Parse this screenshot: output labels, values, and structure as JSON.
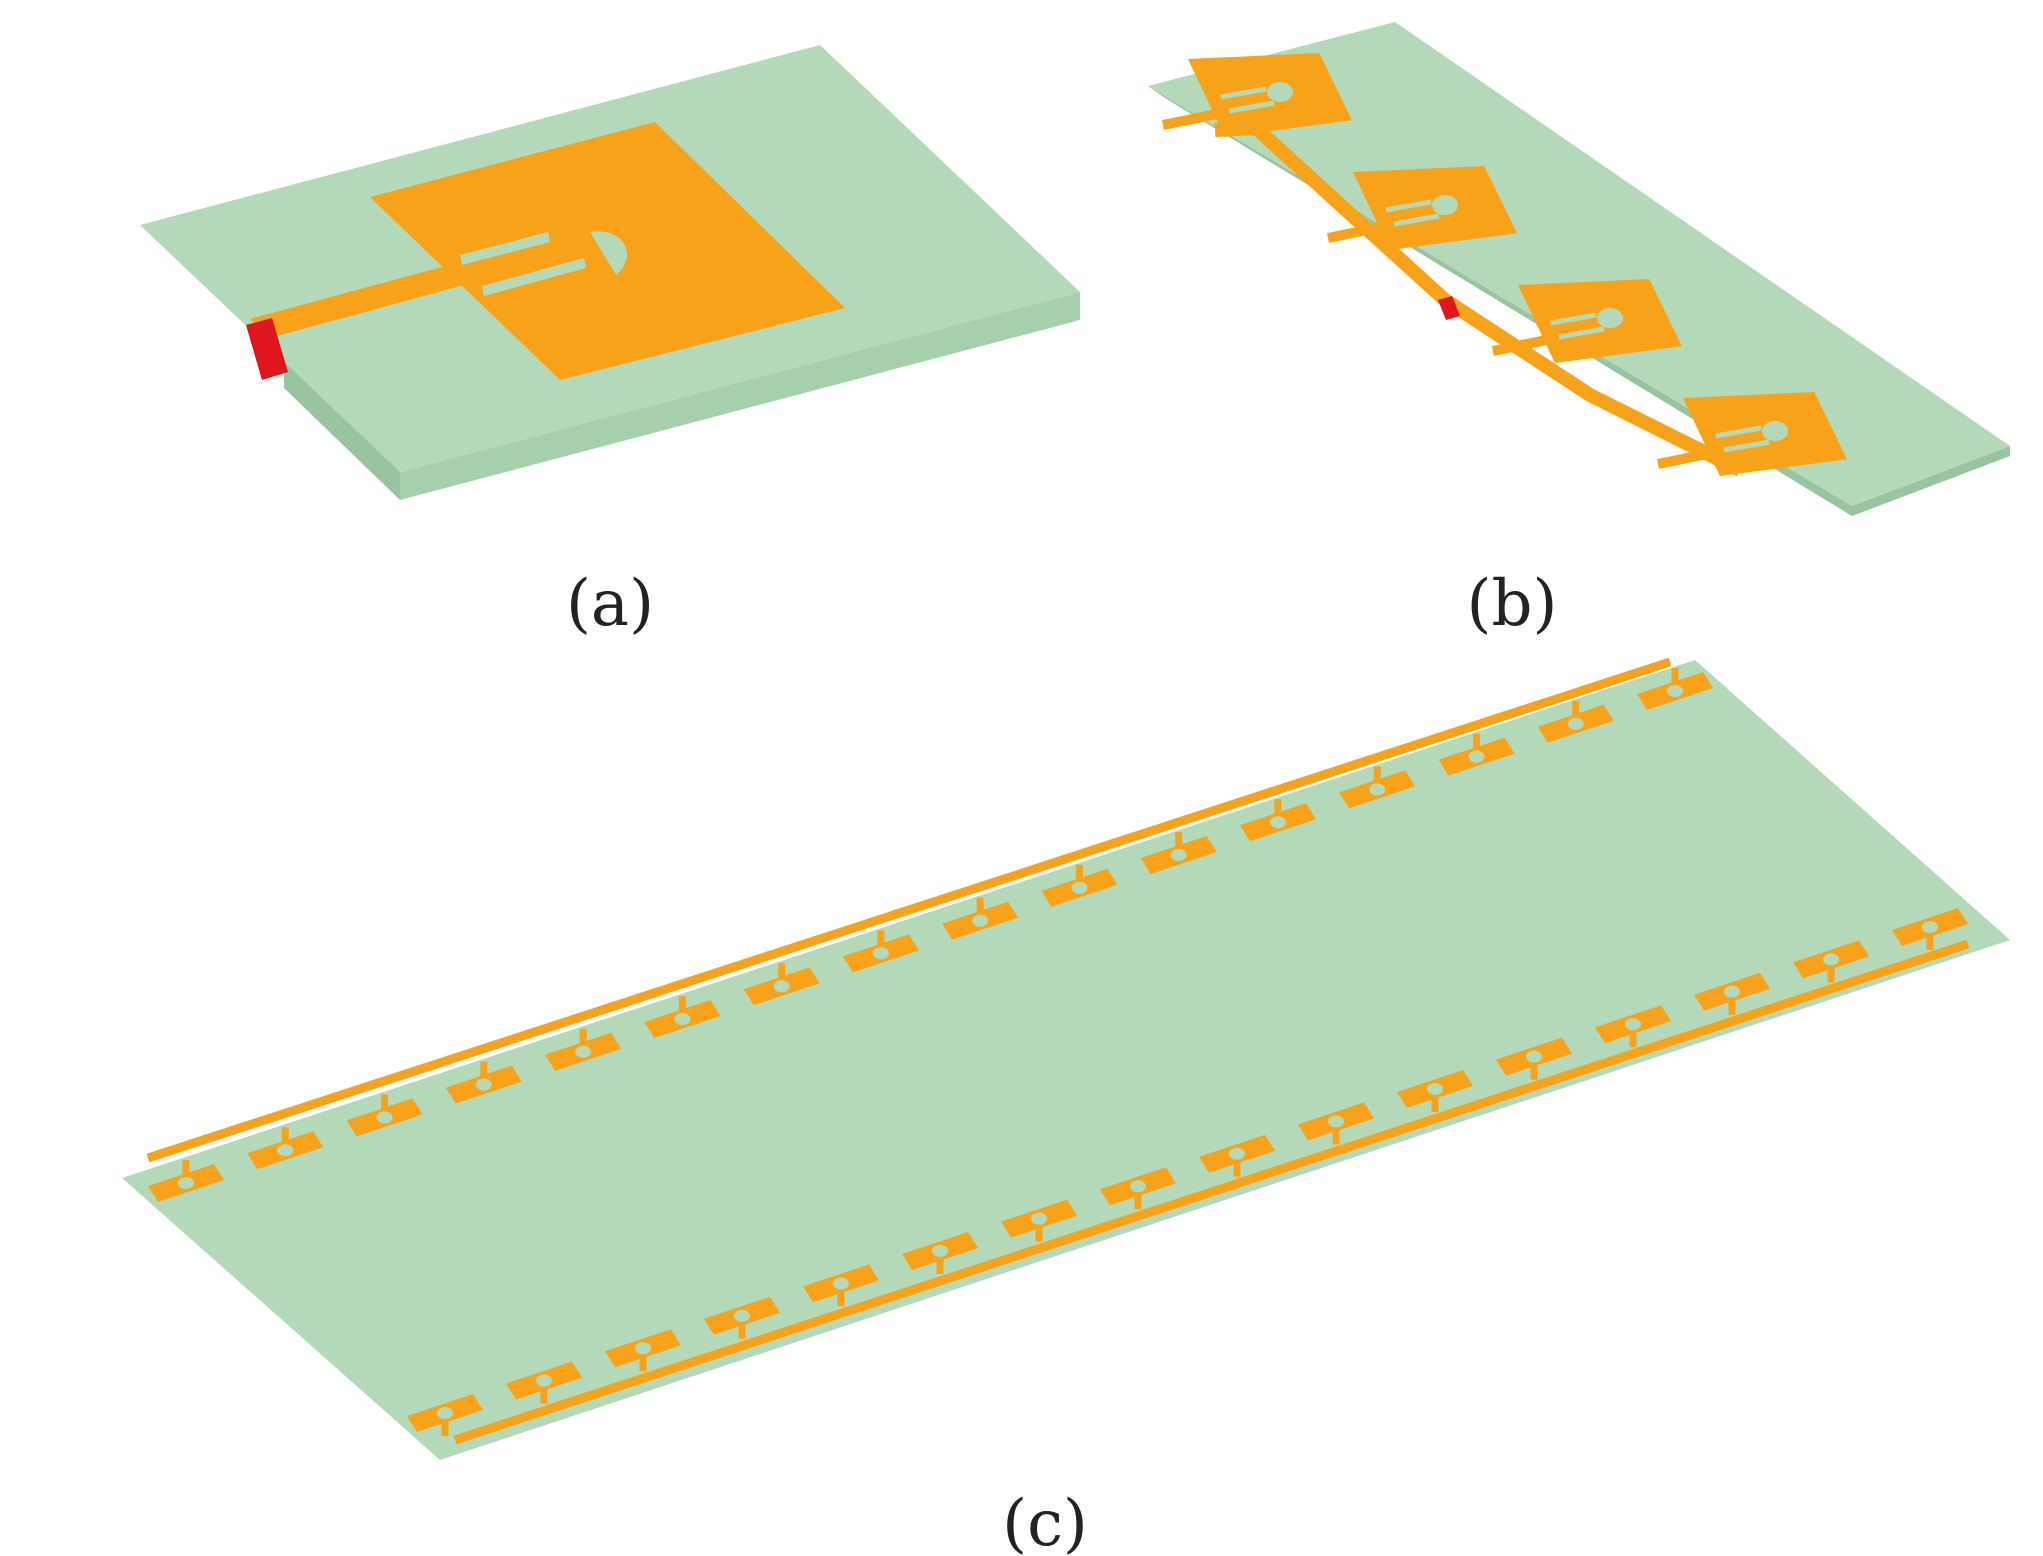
{
  "captions": {
    "a": "(a)",
    "b": "(b)",
    "c": "(c)"
  },
  "colors": {
    "substrate_top": "#b3d9b8",
    "substrate_front": "#a6cfac",
    "substrate_side": "#98c49f",
    "copper": "#f8a21a",
    "port": "#e0161e",
    "background": "#ffffff"
  },
  "array_b": {
    "elements": 4
  },
  "array_c": {
    "rows": 2,
    "elements_per_row": 16
  }
}
